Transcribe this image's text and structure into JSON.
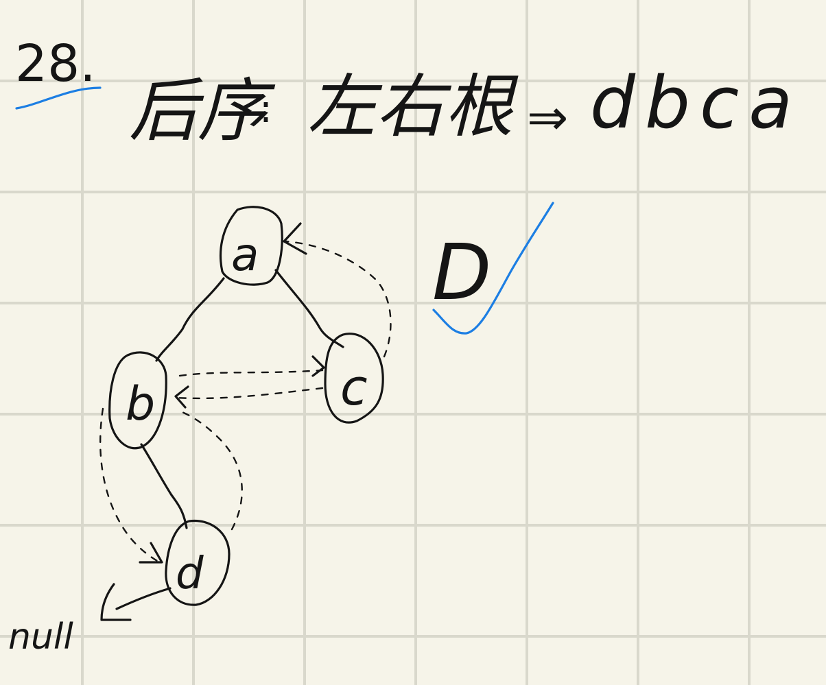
{
  "problem": {
    "number": "28.",
    "heading_chars": [
      "后序",
      ":",
      "左右根",
      "⇒",
      "dbca"
    ]
  },
  "answer": {
    "choice": "D",
    "accent_color": "#1c7ee3"
  },
  "tree": {
    "nodes": [
      "a",
      "b",
      "c",
      "d"
    ],
    "null_label": "null"
  },
  "colors": {
    "paper": "#f6f4e9",
    "grid": "#d9d8cc",
    "ink": "#151515",
    "accent": "#1c7ee3"
  }
}
